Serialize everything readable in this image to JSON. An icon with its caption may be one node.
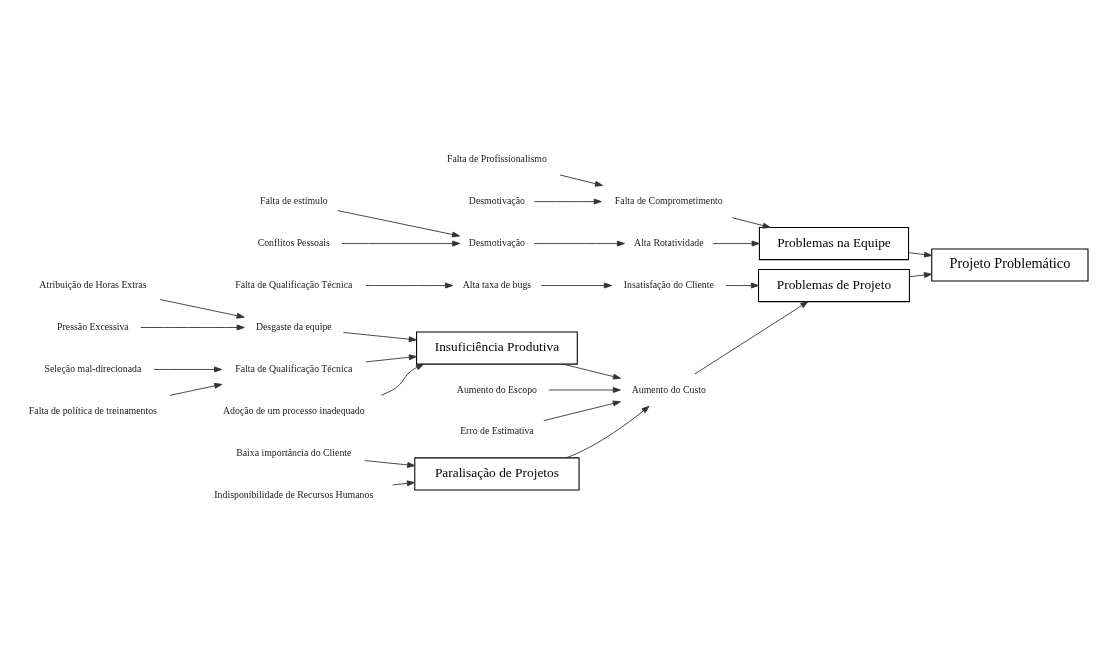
{
  "diagram": {
    "nodes": [
      {
        "text": [
          "Problemas de Projeto"
        ]
      },
      {
        "text": [
          "Alta taxa de bugs"
        ]
      },
      {
        "text": [
          "Falta de Qualificação Técnica"
        ]
      },
      {
        "text": [
          "Insatisfação do Cliente"
        ]
      },
      {
        "text": [
          "Insuficiência Produtiva"
        ]
      },
      {
        "text": [
          "Atribuição de Horas Extras"
        ]
      },
      {
        "text": [
          "Pressão Excessiva"
        ]
      },
      {
        "text": [
          "Desgaste da equipe"
        ]
      },
      {
        "text": [
          "Aumento do Escopo"
        ]
      },
      {
        "text": [
          "Erro de Estimativa"
        ]
      },
      {
        "text": [
          "Seleção mal-direcionada"
        ]
      },
      {
        "text": [
          "Falta de política de treinamentos"
        ]
      },
      {
        "text": [
          "Falta de Qualificação Técnica"
        ]
      },
      {
        "text": [
          "Adoção de um processo inadequado"
        ]
      },
      {
        "text": [
          "Aumento do Custo"
        ]
      },
      {
        "text": [
          "Baixa importância do Cliente"
        ]
      },
      {
        "text": [
          "Projeto Problemático"
        ]
      },
      {
        "text": [
          "Falta de Comprometimento"
        ]
      },
      {
        "text": [
          "Indisponibilidade de Recursos Humanos"
        ]
      },
      {
        "text": [
          "Falta de Profissionalismo"
        ]
      },
      {
        "text": [
          "Desmotivação"
        ]
      },
      {
        "text": [
          "Alta Rotatividade"
        ]
      },
      {
        "text": [
          "Paralisação de Projetos"
        ]
      },
      {
        "text": [
          "Falta de estímulo"
        ]
      },
      {
        "text": [
          "Conflitos Pessoais"
        ]
      },
      {
        "text": [
          "Desmotivação"
        ]
      },
      {
        "text": [
          "Problemas na Equipe"
        ]
      }
    ],
    "edges": [
      {
        "from": 2,
        "to": 1,
        "arrow": "to"
      },
      {
        "from": 1,
        "to": 3,
        "arrow": "to"
      },
      {
        "from": 3,
        "to": 0,
        "arrow": "to"
      },
      {
        "from": 0,
        "to": 16,
        "arrow": "to"
      },
      {
        "from": 5,
        "to": 7,
        "arrow": "to"
      },
      {
        "from": 6,
        "to": 7,
        "arrow": "to"
      },
      {
        "from": 7,
        "to": 4,
        "arrow": "to"
      },
      {
        "from": 11,
        "to": 12,
        "arrow": "to"
      },
      {
        "from": 10,
        "to": 12,
        "arrow": "to"
      },
      {
        "from": 12,
        "to": 4,
        "arrow": "to"
      },
      {
        "from": 13,
        "to": 4,
        "arrow": "to"
      },
      {
        "from": 4,
        "to": 14,
        "arrow": "to"
      },
      {
        "from": 22,
        "to": 14,
        "arrow": "to"
      },
      {
        "from": 9,
        "to": 14,
        "arrow": "to"
      },
      {
        "from": 8,
        "to": 14,
        "arrow": "to"
      },
      {
        "from": 14,
        "to": 0,
        "arrow": "to"
      },
      {
        "from": 15,
        "to": 22,
        "arrow": "to"
      },
      {
        "from": 18,
        "to": 22,
        "arrow": "to"
      },
      {
        "from": 19,
        "to": 17,
        "arrow": "to"
      },
      {
        "from": 20,
        "to": 17,
        "arrow": "to"
      },
      {
        "from": 17,
        "to": 26,
        "arrow": "to"
      },
      {
        "from": 24,
        "to": 25,
        "arrow": "to"
      },
      {
        "from": 23,
        "to": 25,
        "arrow": "to"
      },
      {
        "from": 25,
        "to": 21,
        "arrow": "to"
      },
      {
        "from": 21,
        "to": 26,
        "arrow": "to"
      },
      {
        "from": 26,
        "to": 16,
        "arrow": "to"
      }
    ]
  }
}
